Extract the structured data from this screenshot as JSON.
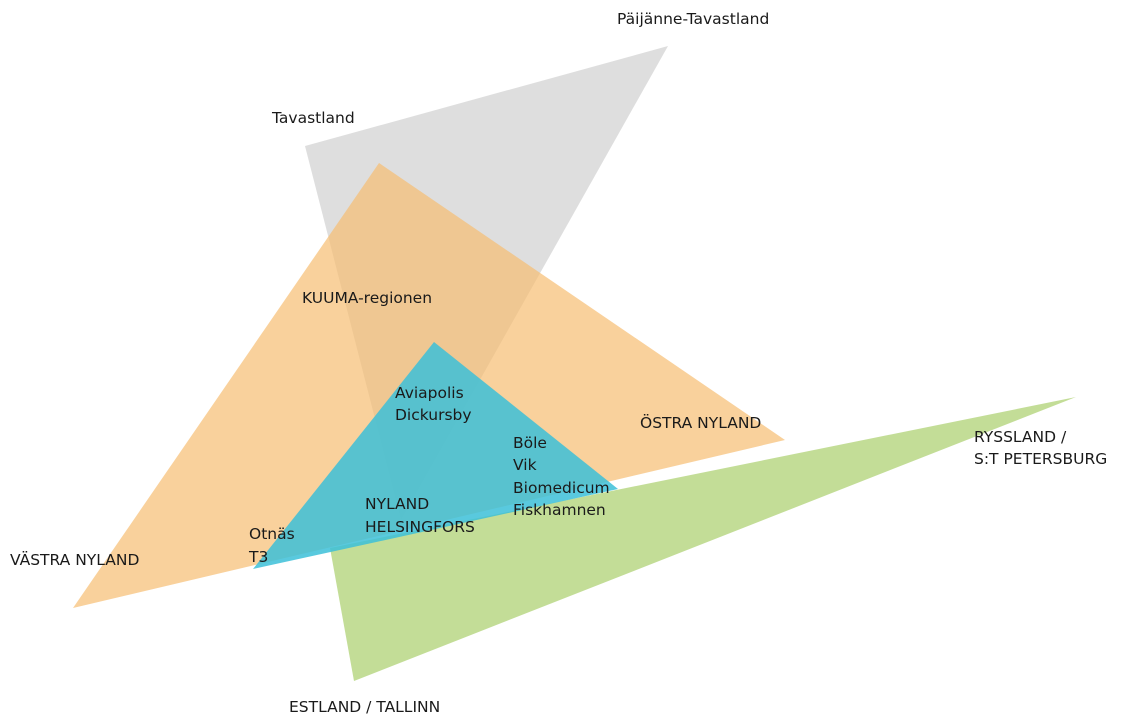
{
  "colors": {
    "gray_triangle": "#c8c8c8",
    "orange_triangle": "#f7bd72",
    "green_triangle": "#a9cf6b",
    "blue_triangle": "#3cbfd8",
    "text": "#1a1a1a"
  },
  "labels": {
    "paijanne": "Päijänne-Tavastland",
    "tavastland": "Tavastland",
    "kuuma": "KUUMA-regionen",
    "aviapolis": "Aviapolis",
    "dickursby": "Dickursby",
    "bole": "Böle",
    "vik": "Vik",
    "biomedicum": "Biomedicum",
    "fiskhamnen": "Fiskhamnen",
    "ostra_nyland": "ÖSTRA NYLAND",
    "ryssland": "RYSSLAND /",
    "st_petersburg": "S:T PETERSBURG",
    "nyland": "NYLAND",
    "helsingfors": "HELSINGFORS",
    "otnas": "Otnäs",
    "t3": "T3",
    "vastra_nyland": "VÄSTRA NYLAND",
    "estland": "ESTLAND / TALLINN"
  }
}
